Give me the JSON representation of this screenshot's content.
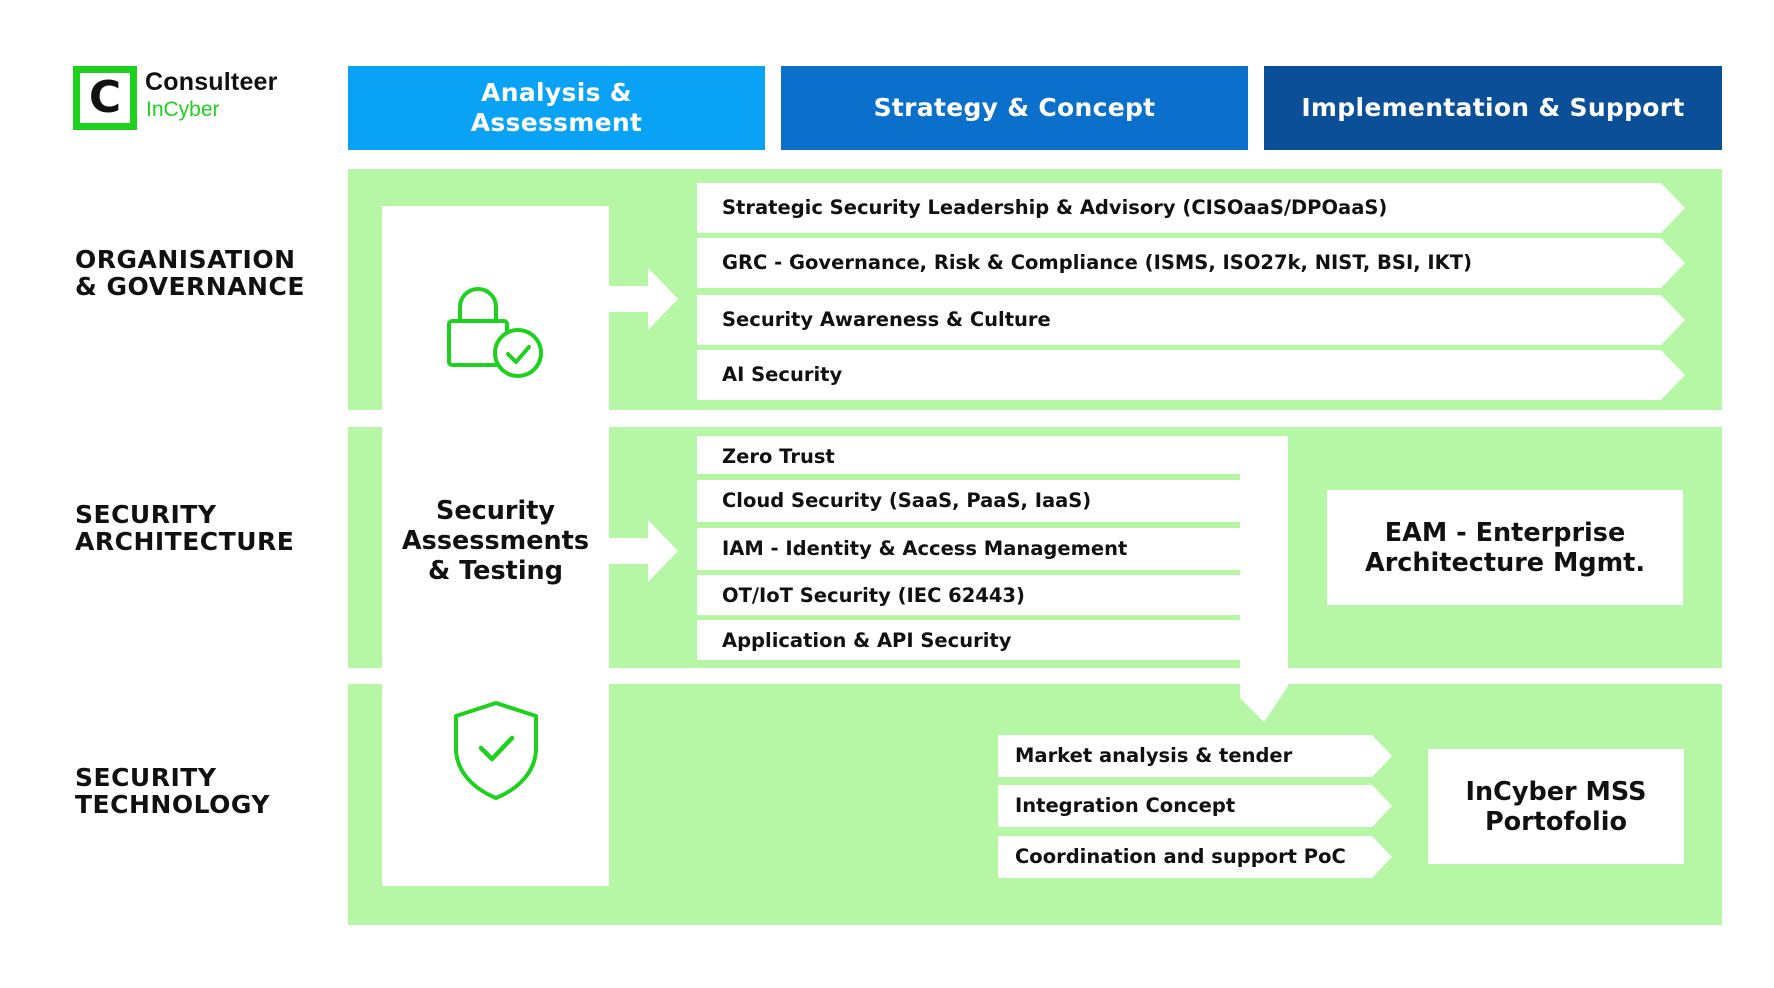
{
  "logo": {
    "name": "Consulteer",
    "sub": "InCyber",
    "mark": "C"
  },
  "phases": [
    {
      "label": "Analysis &\nAssessment",
      "color": "#0aa2f4"
    },
    {
      "label": "Strategy & Concept",
      "color": "#0b70cc"
    },
    {
      "label": "Implementation & Support",
      "color": "#0a4f97"
    }
  ],
  "rows": [
    {
      "label": "ORGANISATION\n& GOVERNANCE"
    },
    {
      "label": "SECURITY\nARCHITECTURE"
    },
    {
      "label": "SECURITY\nTECHNOLOGY"
    }
  ],
  "center": {
    "title": "Security\nAssessments\n& Testing"
  },
  "governance_items": [
    "Strategic Security Leadership & Advisory (CISOaaS/DPOaaS)",
    "GRC - Governance, Risk & Compliance (ISMS, ISO27k, NIST, BSI, IKT)",
    "Security Awareness & Culture",
    "AI Security"
  ],
  "architecture_items": [
    "Zero Trust",
    "Cloud Security (SaaS, PaaS, IaaS)",
    "IAM - Identity & Access Management",
    "OT/IoT Security (IEC 62443)",
    "Application & API Security"
  ],
  "eam": {
    "title": "EAM - Enterprise\nArchitecture Mgmt."
  },
  "technology_items": [
    "Market analysis & tender",
    "Integration Concept",
    "Coordination and support PoC"
  ],
  "mss": {
    "title": "InCyber MSS\nPortofolio"
  },
  "colors": {
    "band": "#b6f7a6",
    "accent": "#1fd11f"
  },
  "icons": {
    "top": "lock-check-icon",
    "bottom": "shield-check-icon"
  }
}
